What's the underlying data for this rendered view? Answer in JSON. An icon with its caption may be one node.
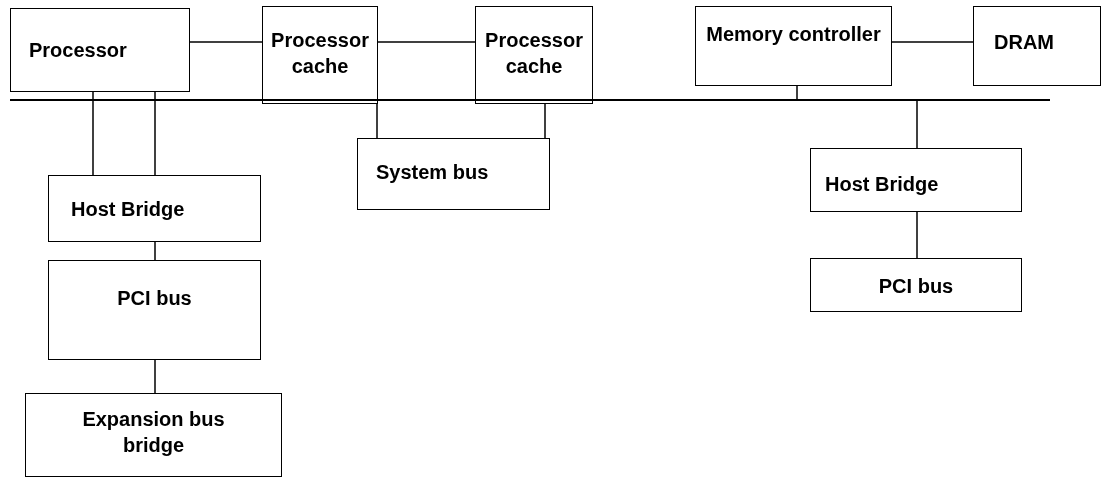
{
  "diagram": {
    "nodes": [
      {
        "text": [
          "Processor"
        ]
      },
      {
        "text": [
          "Processor cache"
        ]
      },
      {
        "text": [
          "Processor cache"
        ]
      },
      {
        "text": [
          "Memory controller"
        ]
      },
      {
        "text": [
          "DRAM"
        ]
      },
      {
        "text": [],
        "shape": "bar"
      },
      {
        "text": [
          "System bus"
        ]
      },
      {
        "text": [
          "Host Bridge"
        ]
      },
      {
        "text": [
          "PCI bus"
        ]
      },
      {
        "text": [
          "Expansion bus bridge"
        ]
      },
      {
        "text": [
          "Host Bridge"
        ]
      },
      {
        "text": [
          "PCI bus"
        ]
      }
    ],
    "edges": [
      {
        "from": 0,
        "to": 1,
        "arrow": "none"
      },
      {
        "from": 1,
        "to": 2,
        "arrow": "none"
      },
      {
        "from": 3,
        "to": 4,
        "arrow": "none"
      },
      {
        "from": 0,
        "to": 7,
        "arrow": "none"
      },
      {
        "from": 0,
        "to": 7,
        "arrow": "none"
      },
      {
        "from": 1,
        "to": 6,
        "arrow": "none"
      },
      {
        "from": 2,
        "to": 6,
        "arrow": "none"
      },
      {
        "from": 3,
        "to": 5,
        "arrow": "none"
      },
      {
        "from": 5,
        "to": 10,
        "arrow": "none"
      },
      {
        "from": 7,
        "to": 8,
        "arrow": "none"
      },
      {
        "from": 8,
        "to": 9,
        "arrow": "none"
      },
      {
        "from": 10,
        "to": 11,
        "arrow": "none"
      }
    ]
  }
}
